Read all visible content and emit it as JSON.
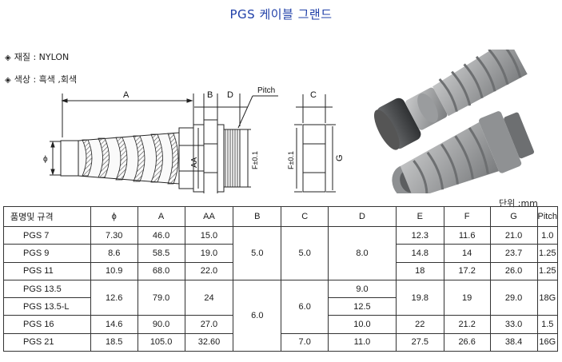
{
  "page_title": "PGS 케이블 그랜드",
  "specs": [
    {
      "label": "재질 : NYLON"
    },
    {
      "label": "색상 : 흑색 ,회색"
    }
  ],
  "drawing_labels": {
    "a": "A",
    "b": "B",
    "d": "D",
    "pitch": "Pitch",
    "c": "C",
    "phi": "ϕ",
    "aa": "AA",
    "f_left": "F±0.1",
    "f_right": "F±0.1",
    "g": "G"
  },
  "unit_label": "단위 :mm",
  "table": {
    "headers": [
      "품명및 규격",
      "ϕ",
      "A",
      "AA",
      "B",
      "C",
      "D",
      "E",
      "F",
      "G",
      "Pitch"
    ],
    "rows": [
      {
        "name": "PGS 7",
        "phi": "7.30",
        "a": "46.0",
        "aa": "15.0",
        "e": "12.3",
        "f": "11.6",
        "g": "21.0",
        "pitch": "1.0"
      },
      {
        "name": "PGS 9",
        "phi": "8.6",
        "a": "58.5",
        "aa": "19.0",
        "e": "14.8",
        "f": "14",
        "g": "23.7",
        "pitch": "1.25"
      },
      {
        "name": "PGS 11",
        "phi": "10.9",
        "a": "68.0",
        "aa": "22.0",
        "e": "18",
        "f": "17.2",
        "g": "26.0",
        "pitch": "1.25"
      },
      {
        "name": "PGS 13.5",
        "phi": "12.6",
        "a": "79.0",
        "aa": "24",
        "e": "19.8",
        "f": "19",
        "g": "29.0",
        "pitch": "18G"
      },
      {
        "name": "PGS 13.5-L"
      },
      {
        "name": "PGS 16",
        "phi": "14.6",
        "a": "90.0",
        "aa": "27.0",
        "e": "22",
        "f": "21.2",
        "g": "33.0",
        "pitch": "1.5"
      },
      {
        "name": "PGS 21",
        "phi": "18.5",
        "a": "105.0",
        "aa": "32.60",
        "e": "27.5",
        "f": "26.6",
        "g": "38.4",
        "pitch": "16G"
      }
    ],
    "merged": {
      "b_top": "5.0",
      "b_bottom": "6.0",
      "c_top": "5.0",
      "c_mid": "6.0",
      "c_bottom": "7.0",
      "d_top": "8.0",
      "d_13_5": "9.0",
      "d_13_5_l": "12.5",
      "d_16": "10.0",
      "d_21": "11.0"
    }
  }
}
